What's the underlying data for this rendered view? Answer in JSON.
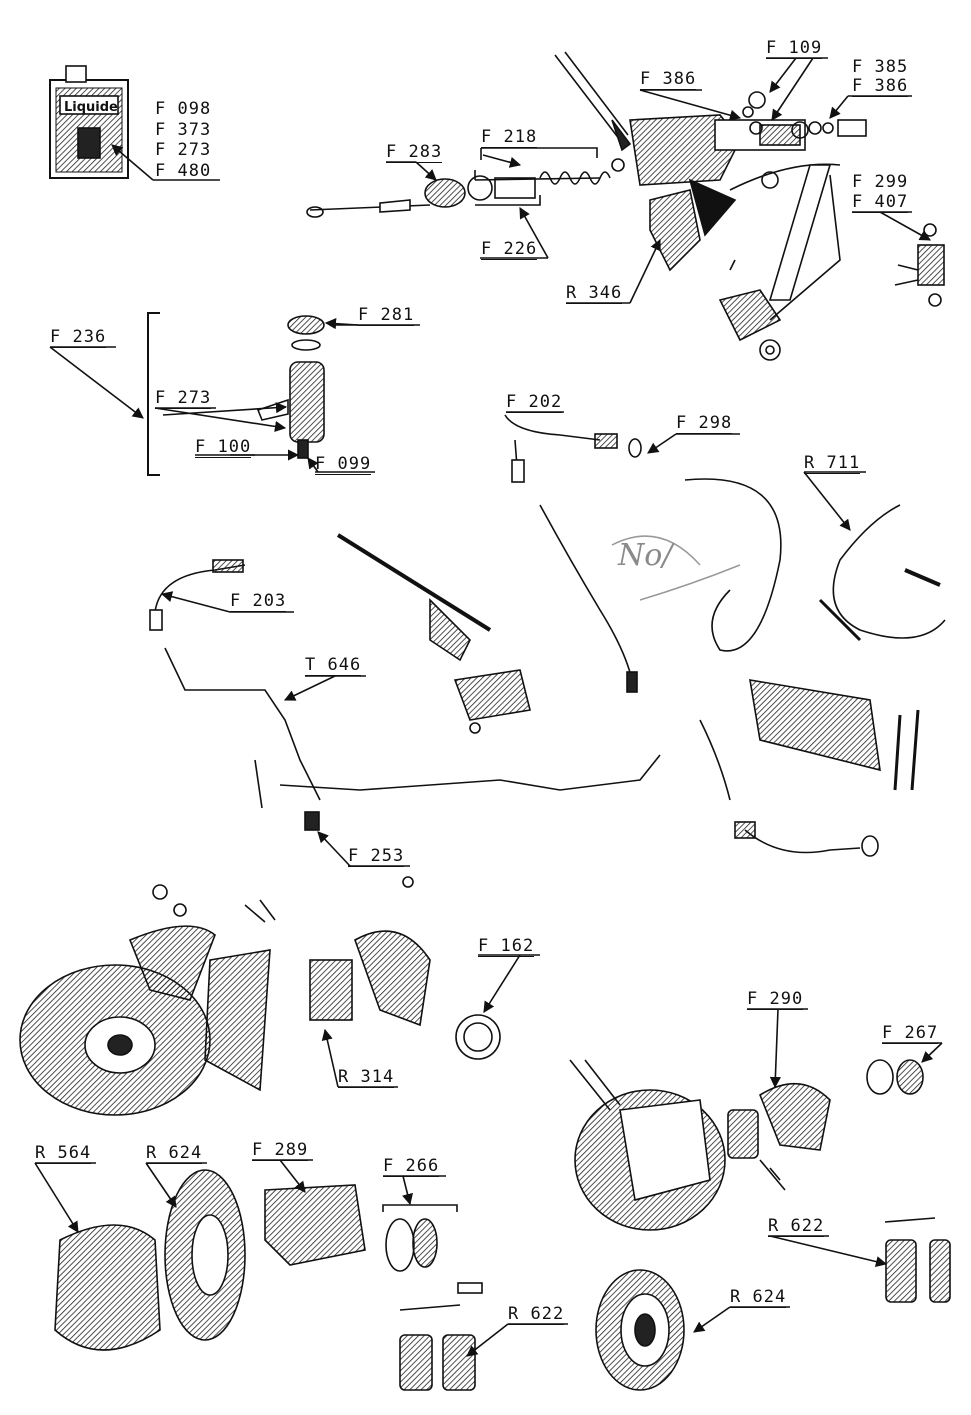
{
  "labels": {
    "f098": "F 098",
    "f373": "F 373",
    "f273a": "F 273",
    "f480": "F 480",
    "f109": "F 109",
    "f385": "F 385",
    "f386a": "F 386",
    "f386b": "F 386",
    "f218": "F 218",
    "f283": "F 283",
    "f226": "F 226",
    "r346": "R 346",
    "f299": "F 299",
    "f407": "F 407",
    "f236": "F 236",
    "f281": "F 281",
    "f273b": "F 273",
    "f100": "F 100",
    "f099": "F 099",
    "f202": "F 202",
    "f298": "F 298",
    "r711": "R 711",
    "f203": "F 203",
    "t646": "T 646",
    "f253": "F 253",
    "f162": "F 162",
    "r314": "R 314",
    "f290": "F 290",
    "f267": "F 267",
    "r564": "R 564",
    "r624a": "R 624",
    "f289": "F 289",
    "f266": "F 266",
    "r622a": "R 622",
    "r622b": "R 622",
    "r624b": "R 624"
  },
  "can_text": "Liquide",
  "handwritten_note": "No/"
}
